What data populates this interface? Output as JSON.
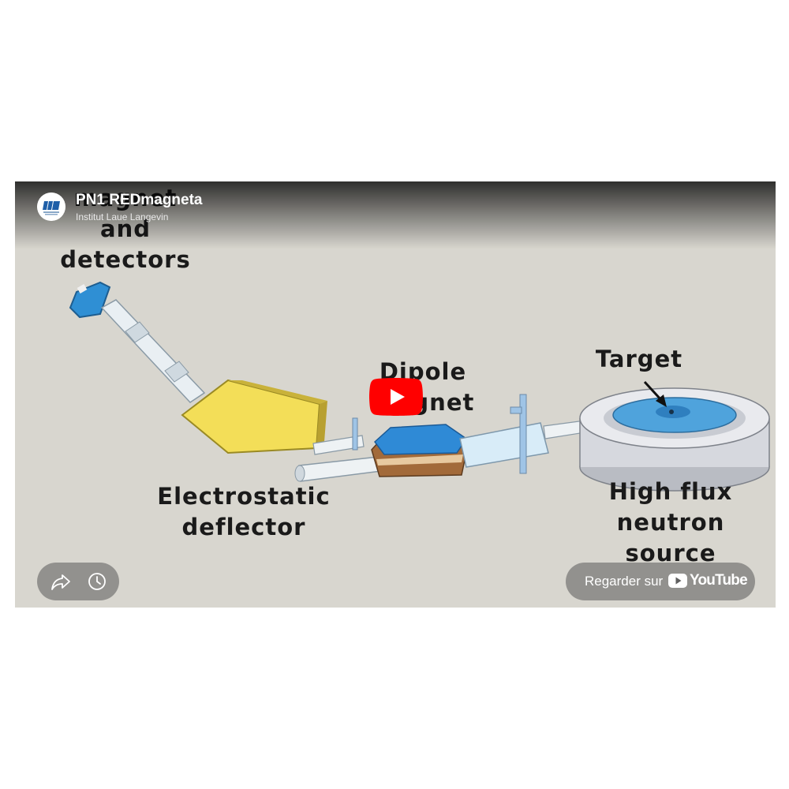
{
  "video": {
    "title": "PN1 REDmagneta",
    "channel": "Institut Laue Langevin"
  },
  "scene": {
    "labels": {
      "magnet_detectors": "magnet\nand\ndetectors",
      "dipole_magnet": "Dipole\nmagnet",
      "target": "Target",
      "electrostatic_deflector": "Electrostatic\ndeflector",
      "neutron_source": "High flux\nneutron\nsource"
    }
  },
  "controls": {
    "watch_on": "Regarder sur",
    "youtube": "YouTube",
    "share_icon": "share-icon",
    "clock_icon": "watch-later-icon",
    "play_icon": "play-icon"
  },
  "colors": {
    "play_red": "#ff0000",
    "scene_background": "#d8d6cf"
  }
}
